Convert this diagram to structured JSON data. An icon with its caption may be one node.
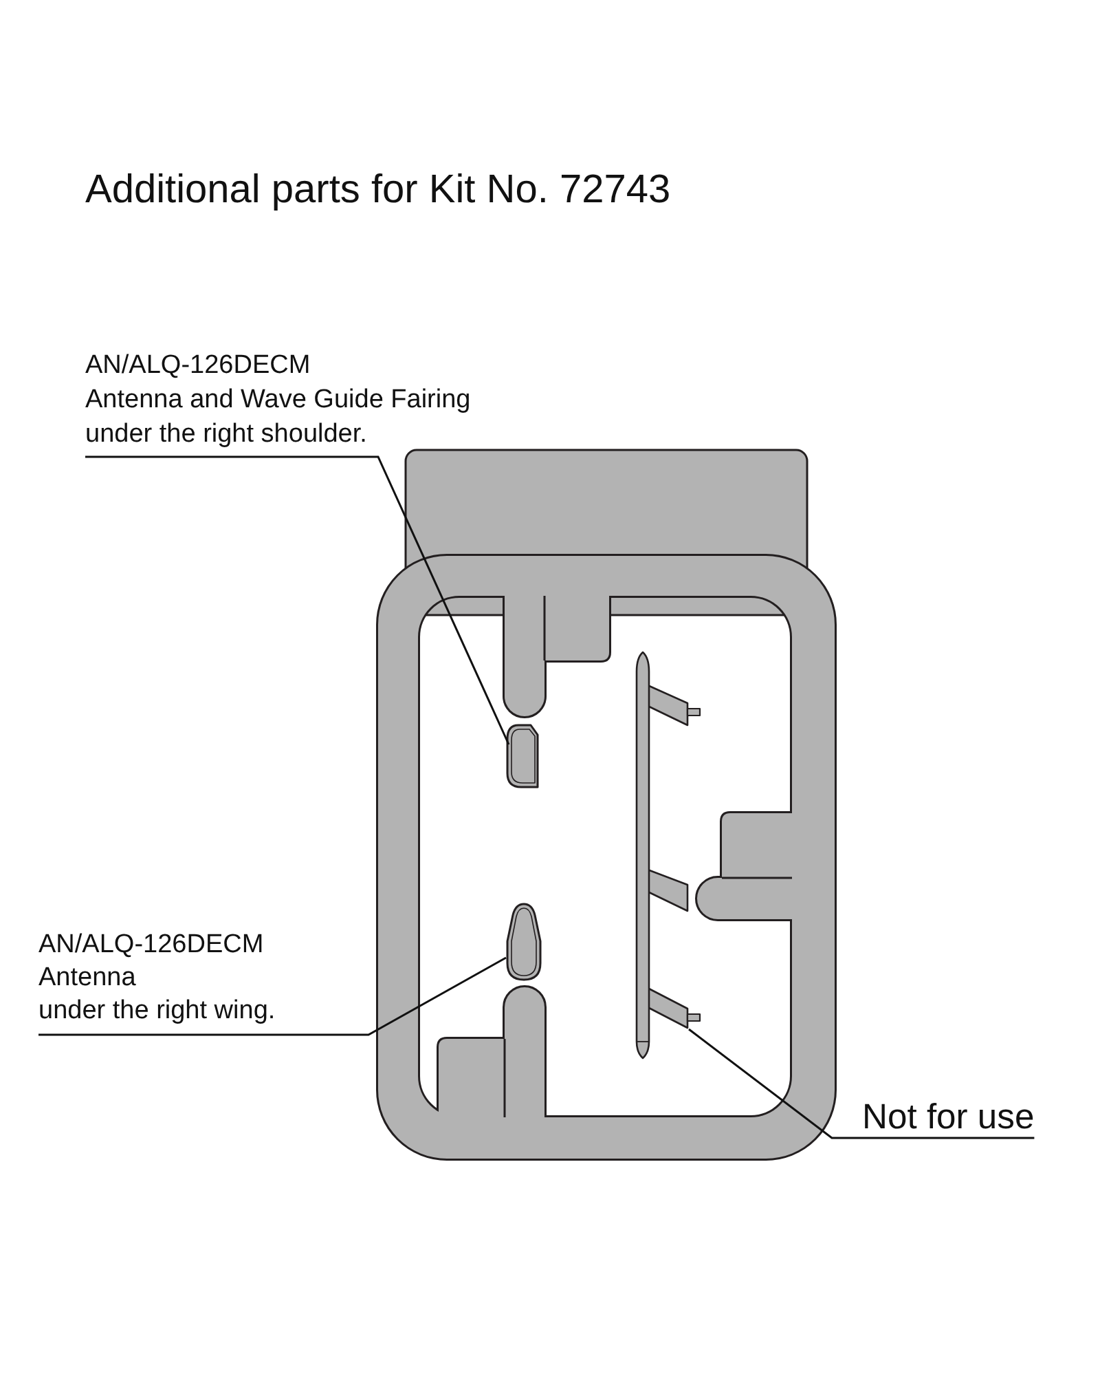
{
  "diagram": {
    "title": "Additional parts for Kit No. 72743",
    "nodes": [
      {
        "text": [
          "AN/ALQ-126DECM",
          "Antenna and Wave Guide Fairing",
          "under the right shoulder."
        ]
      },
      {
        "text": [],
        "shape": "picture"
      },
      {
        "text": [
          "AN/ALQ-126DECM",
          "Antenna",
          "under the right wing."
        ]
      },
      {
        "text": [],
        "shape": "picture"
      },
      {
        "text": [
          "Not for use"
        ]
      },
      {
        "text": [],
        "shape": "picture"
      }
    ],
    "edges": [
      {
        "from": 0,
        "to": 1,
        "arrow": "none"
      },
      {
        "from": 2,
        "to": 3,
        "arrow": "none"
      },
      {
        "from": 4,
        "to": 5,
        "arrow": "none"
      }
    ]
  }
}
